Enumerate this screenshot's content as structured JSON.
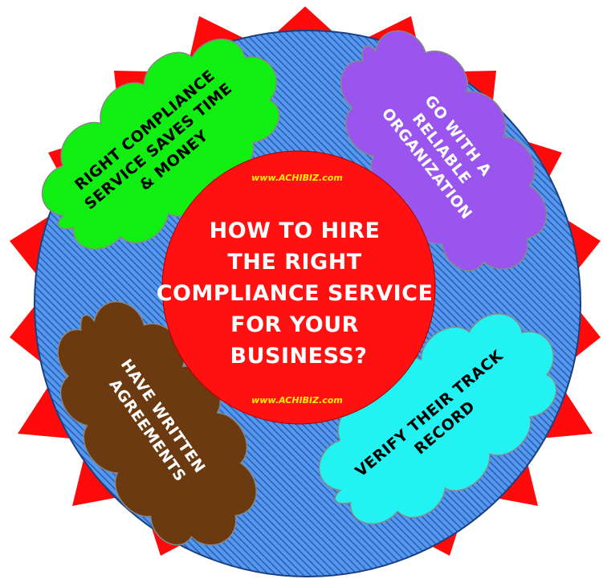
{
  "center": {
    "lines": [
      "HOW TO HIRE",
      "THE RIGHT",
      "COMPLIANCE SERVICE",
      "FOR YOUR",
      "BUSINESS?"
    ]
  },
  "watermark": {
    "top": "www.ACHIBIZ.com",
    "bottom": "www.ACHIBIZ.com"
  },
  "clouds": [
    {
      "id": "top-left",
      "lines": [
        "RIGHT COMPLIANCE",
        "SERVICE SAVES TIME",
        "& MONEY"
      ]
    },
    {
      "id": "top-right",
      "lines": [
        "GO WITH A",
        "RELIABLE",
        "ORGANIZATION"
      ]
    },
    {
      "id": "bottom-left",
      "lines": [
        "HAVE WRITTEN",
        "AGREEMENTS"
      ]
    },
    {
      "id": "bottom-right",
      "lines": [
        "VERIFY THEIR TRACK",
        "RECORD"
      ]
    }
  ],
  "colors": {
    "spikes": "#ff0a0a",
    "disc_blue": "#5599ee",
    "disc_stripe": "#2a5fb8",
    "center": "#ff1111",
    "center_text": "#ffffff",
    "watermark": "#ffee00",
    "cloud_top_left": "#11ee11",
    "cloud_top_right": "#9955ee",
    "cloud_bottom_left": "#6b3a10",
    "cloud_bottom_right": "#22f2f2",
    "cloud_text_dark": "#000000",
    "cloud_text_light": "#ffffff"
  }
}
